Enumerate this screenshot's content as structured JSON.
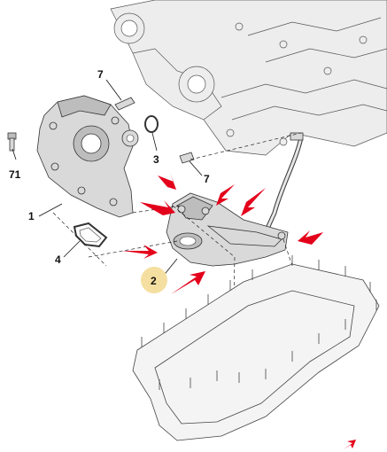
{
  "diagram": {
    "callouts": [
      {
        "id": "c7a",
        "label": "7"
      },
      {
        "id": "c71",
        "label": "71"
      },
      {
        "id": "c3",
        "label": "3"
      },
      {
        "id": "c7b",
        "label": "7"
      },
      {
        "id": "c1",
        "label": "1"
      },
      {
        "id": "c4",
        "label": "4"
      },
      {
        "id": "c2",
        "label": "2"
      }
    ],
    "highlighted_part": "2",
    "colors": {
      "arrow": "#e3001b",
      "highlight_circle": "#f5dfa0",
      "line_art": "#333333"
    }
  }
}
